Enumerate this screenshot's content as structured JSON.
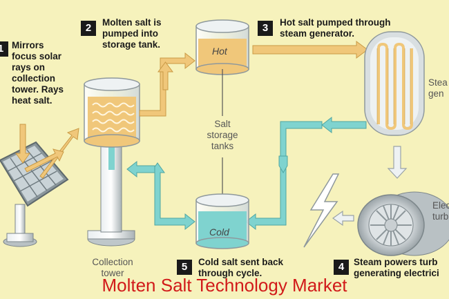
{
  "steps": {
    "s1": {
      "number": "1",
      "text": "Mirrors\nfocus solar\nrays on\ncollection\ntower. Rays\nheat salt."
    },
    "s2": {
      "number": "2",
      "text": "Molten salt is\npumped into\nstorage tank."
    },
    "s3": {
      "number": "3",
      "text": "Hot salt pumped through\nsteam generator."
    },
    "s4": {
      "number": "4",
      "text": "Steam powers turb\ngenerating electrici"
    },
    "s5": {
      "number": "5",
      "text": "Cold salt sent back\nthrough cycle."
    }
  },
  "labels": {
    "storage": "Salt\nstorage\ntanks",
    "collection_tower": "Collection\ntower",
    "steam_gen": "Stea\ngen",
    "turbine": "Elec\nturb"
  },
  "tanks": {
    "hot": "Hot",
    "cold": "Cold"
  },
  "caption": "Molten Salt Technology Market",
  "colors": {
    "background": "#f6f2bc",
    "hot_salt": "#f0c77a",
    "cold_salt": "#7fd3cf",
    "caption": "#d11a1a"
  }
}
